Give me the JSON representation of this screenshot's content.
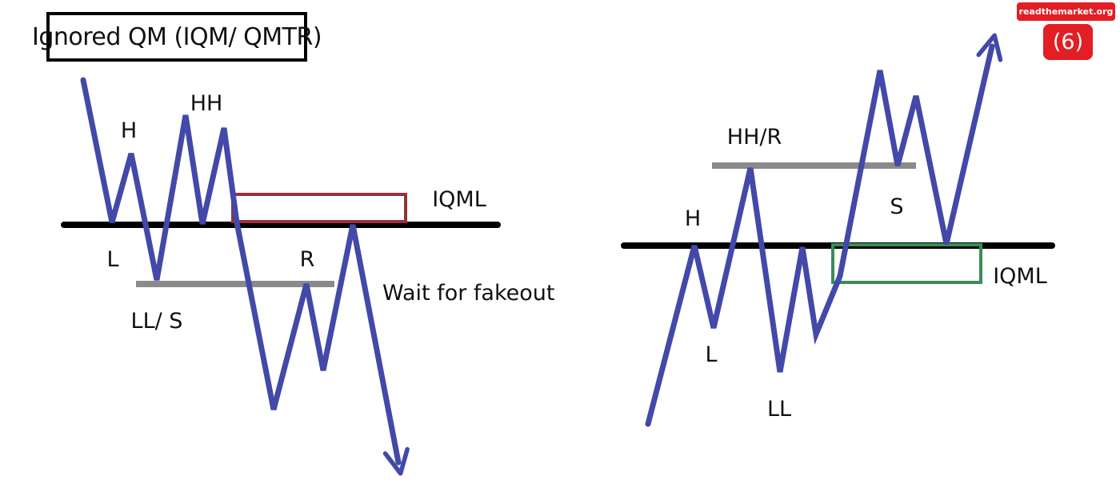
{
  "title": "Ignored QM (IQM/ QMTR)",
  "badges": {
    "site": "readthemarket.org",
    "number": "(6)"
  },
  "colors": {
    "price_line": "#4249a8",
    "key_level": "#000000",
    "aux_level": "#8a8a8a",
    "bearish_zone": "#9b2f3a",
    "bullish_zone": "#3c8c57",
    "badge": "#e31e24"
  },
  "left_diagram": {
    "labels": {
      "high": "H",
      "higher_high": "HH",
      "low": "L",
      "lower_low_support": "LL/ S",
      "resistance": "R",
      "level": "IQML",
      "note": "Wait for fakeout"
    }
  },
  "right_diagram": {
    "labels": {
      "higher_high_resistance": "HH/R",
      "high": "H",
      "low": "L",
      "lower_low": "LL",
      "support": "S",
      "level": "IQML"
    }
  }
}
